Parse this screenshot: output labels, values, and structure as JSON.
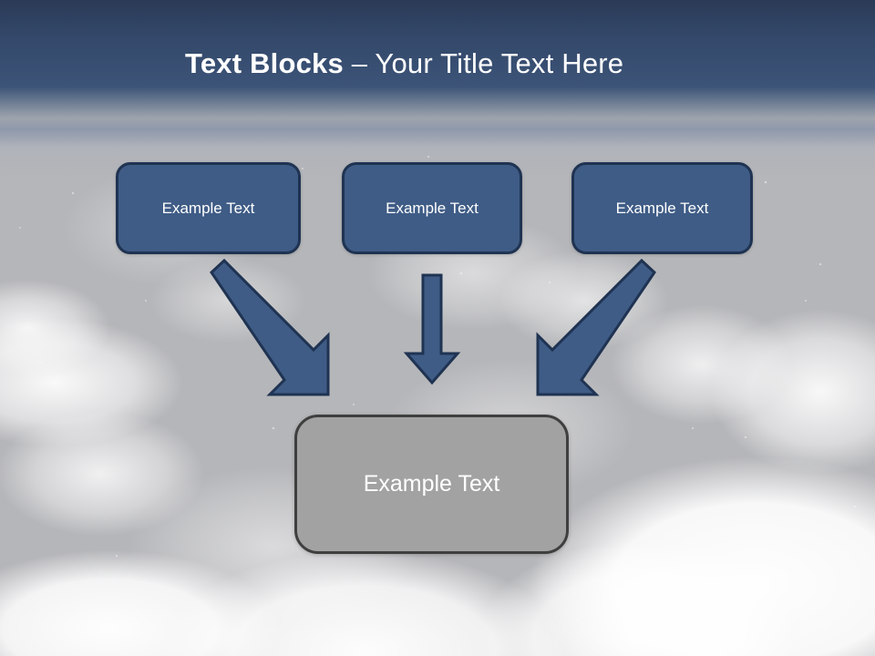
{
  "slide": {
    "title": {
      "strong": "Text Blocks ",
      "rest": "– Your Title Text Here"
    },
    "theme": {
      "title_color": "#ffffff",
      "sky_top_color": "#2b3a56",
      "sky_mid_color": "#3c5478",
      "cloud_gray": "#b5b6b9",
      "node_fill": "#3f5c86",
      "node_border": "#1f3352",
      "result_fill": "#a2a2a2",
      "result_border": "#3f3f3f",
      "arrow_fill": "#3f5c86",
      "arrow_border": "#1f3352"
    }
  },
  "diagram": {
    "type": "convergence",
    "source_boxes": [
      {
        "label": "Example Text"
      },
      {
        "label": "Example Text"
      },
      {
        "label": "Example Text"
      }
    ],
    "connectors": [
      {
        "name": "arrow-left",
        "direction": "down-right"
      },
      {
        "name": "arrow-middle",
        "direction": "down"
      },
      {
        "name": "arrow-right",
        "direction": "down-left"
      }
    ],
    "result_box": {
      "label": "Example Text"
    }
  }
}
